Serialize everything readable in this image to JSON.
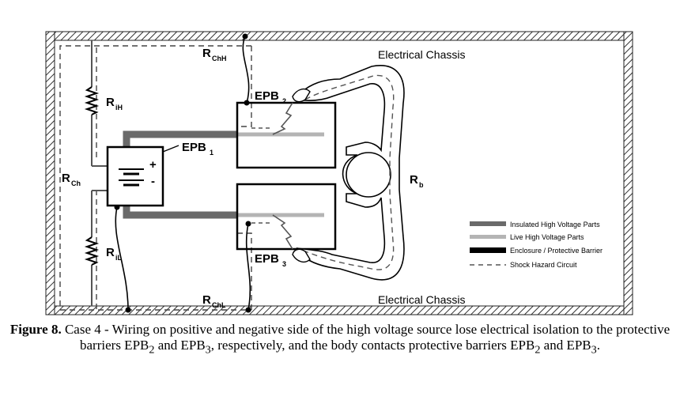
{
  "diagram": {
    "chassis_labels": [
      "Electrical Chassis",
      "Electrical Chassis"
    ],
    "r_chh": {
      "main": "R",
      "sub": "ChH"
    },
    "r_chl": {
      "main": "R",
      "sub": "ChL"
    },
    "r_ih": {
      "main": "R",
      "sub": "iH"
    },
    "r_il": {
      "main": "R",
      "sub": "iL"
    },
    "r_ch": {
      "main": "R",
      "sub": "Ch"
    },
    "r_b": {
      "main": "R",
      "sub": "b"
    },
    "epb1": {
      "main": "EPB",
      "sub": "1"
    },
    "epb2": {
      "main": "EPB",
      "sub": "2"
    },
    "epb3": {
      "main": "EPB",
      "sub": "3"
    },
    "plus": "+",
    "minus": "-",
    "legend": [
      {
        "label": "Insulated High Voltage Parts",
        "color": "#6a6a6a"
      },
      {
        "label": "Live High Voltage Parts",
        "color": "#b4b4b4"
      },
      {
        "label": "Enclosure / Protective Barrier",
        "color": "#000000"
      },
      {
        "label": "Shock Hazard Circuit",
        "color": "#555555"
      }
    ]
  },
  "caption": {
    "figure_label": "Figure 8.",
    "part1": " Case 4 - Wiring on positive and negative side of the high voltage source lose electrical isolation to the protective barriers EPB",
    "sub1": "2",
    "part2": " and EPB",
    "sub2": "3",
    "part3": ", respectively, and the body contacts protective barriers EPB",
    "sub3": "2",
    "part4": " and EPB",
    "sub4": "3",
    "part5": "."
  }
}
